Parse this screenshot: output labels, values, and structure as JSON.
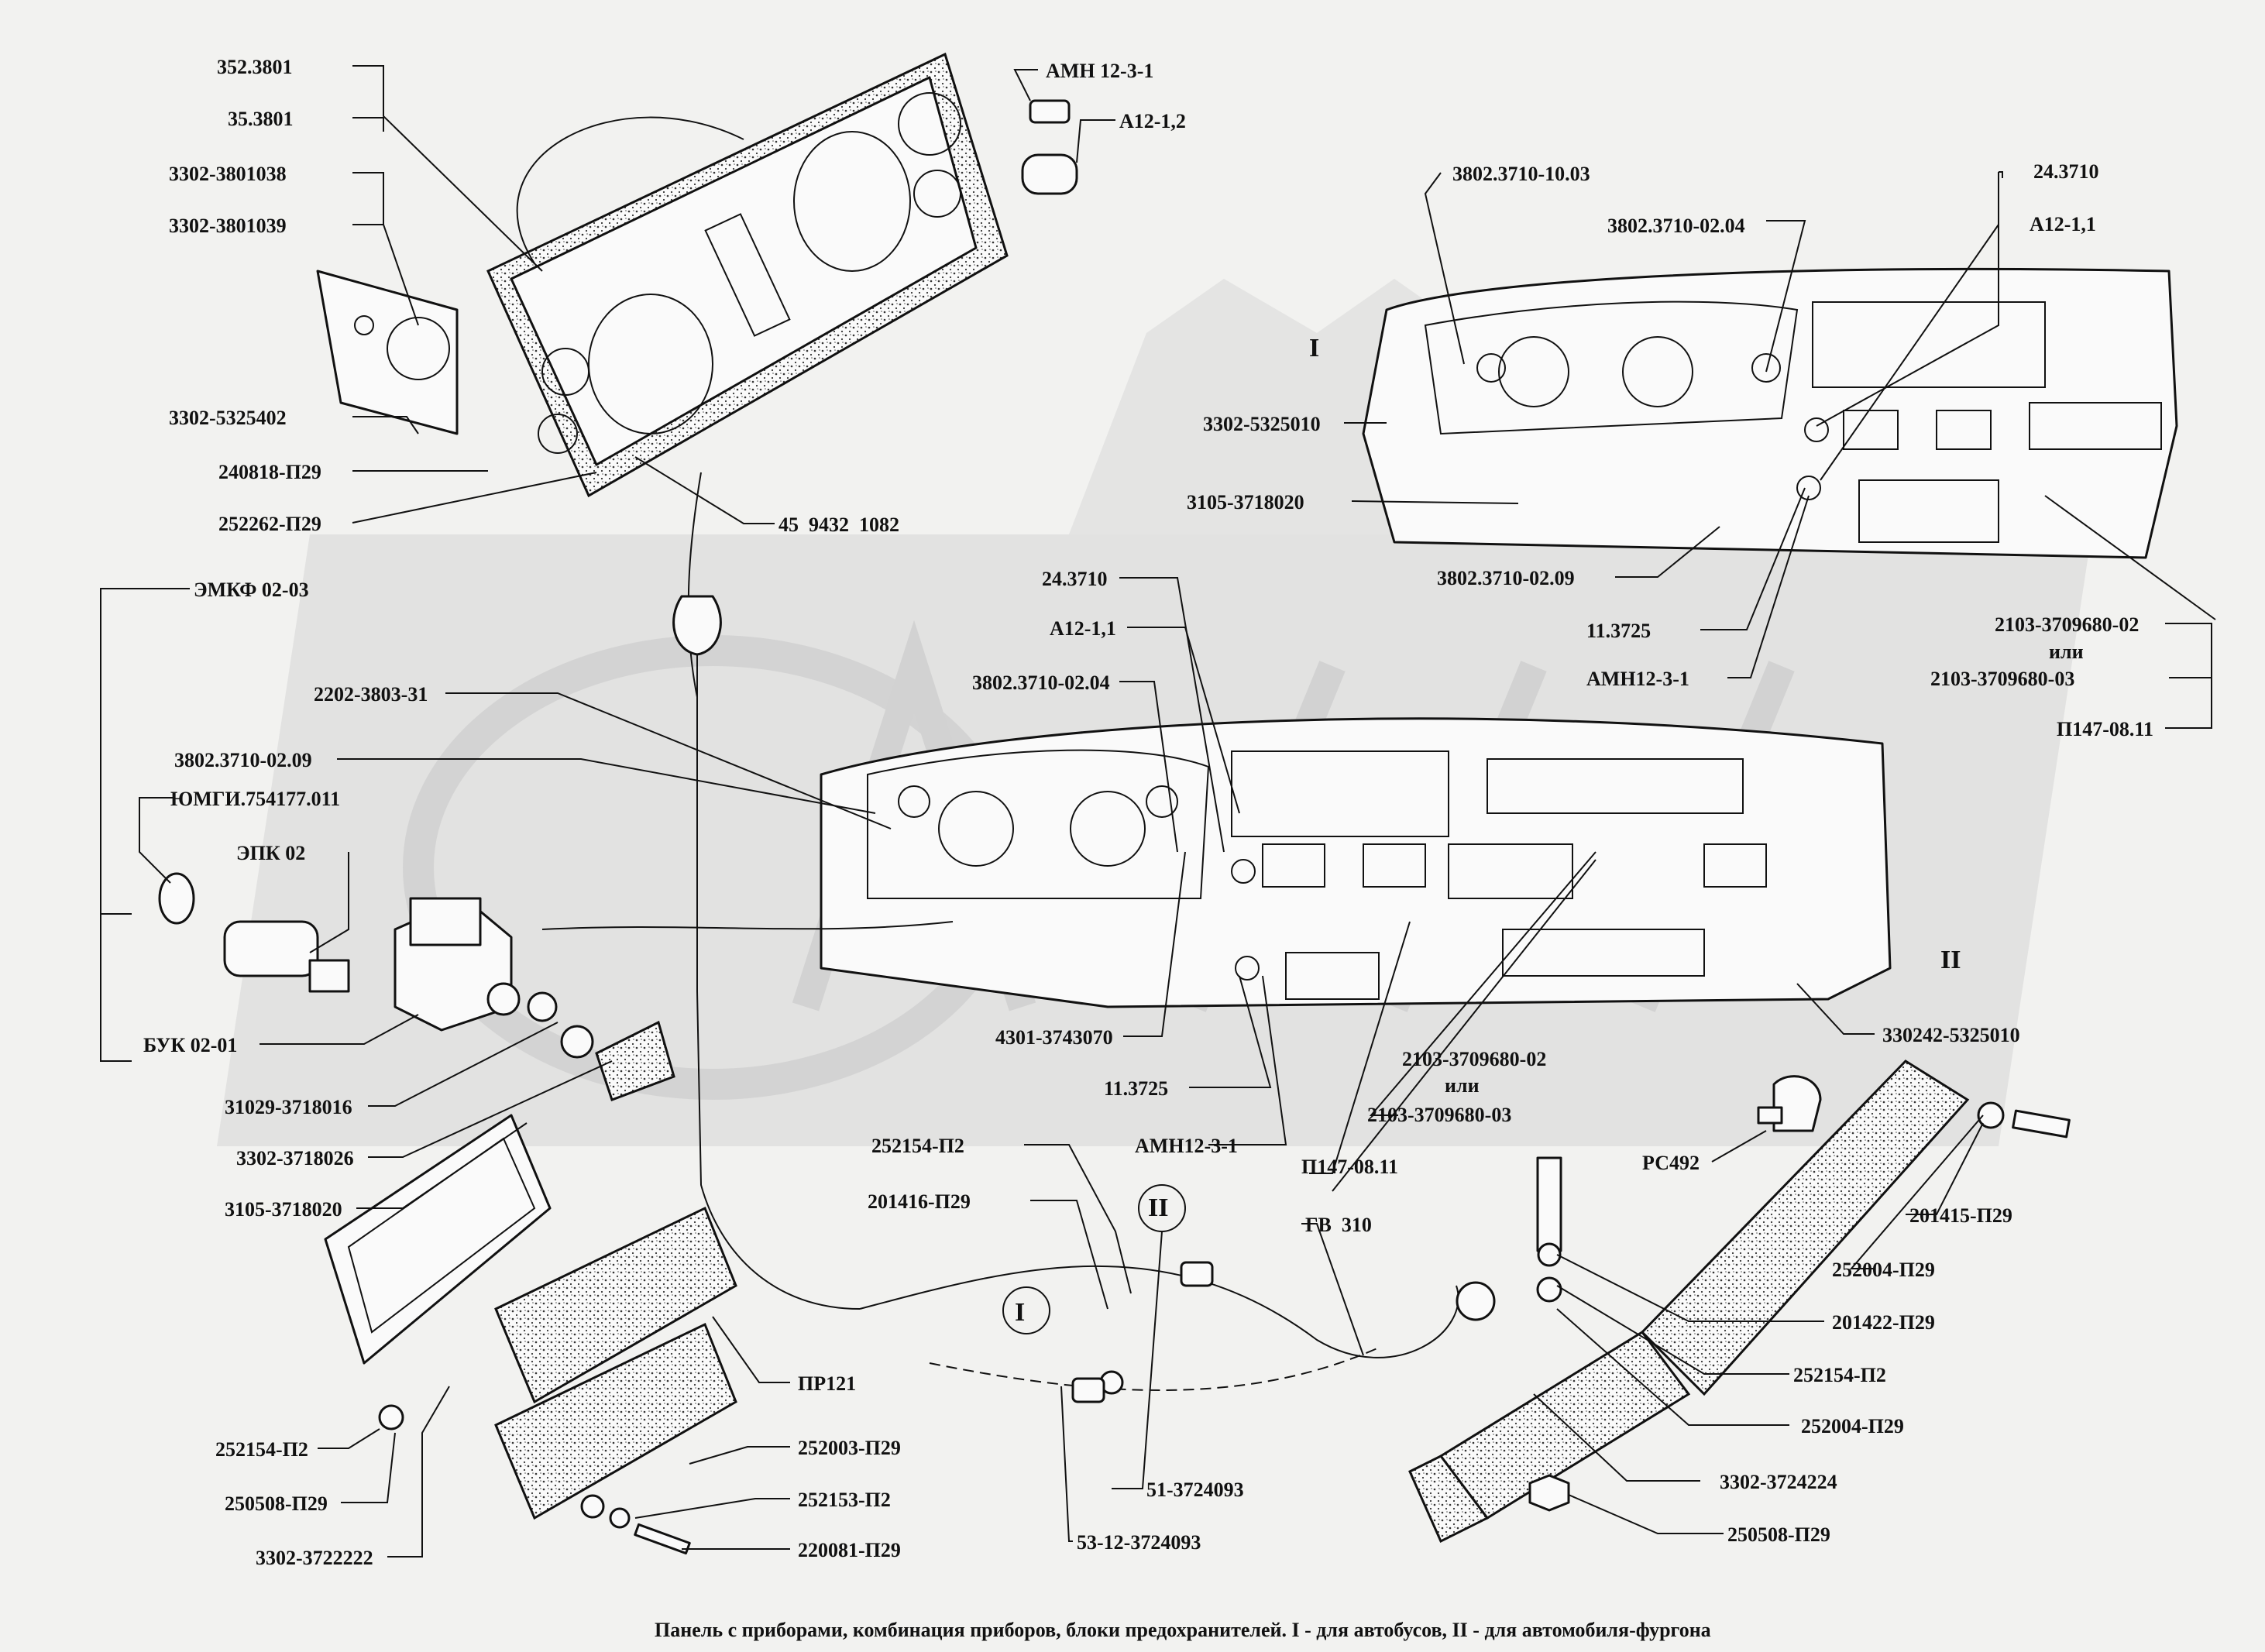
{
  "caption": "Панель с приборами, комбинация приборов, блоки предохранителей. I - для автобусов, II - для автомобиля-фургона",
  "variants": {
    "bus": "I",
    "van": "II"
  },
  "labels": {
    "l352_3801": "352.3801",
    "l35_3801": "35.3801",
    "l3302_3801038": "3302-3801038",
    "l3302_3801039": "3302-3801039",
    "l3302_5325402": "3302-5325402",
    "l240818_p29": "240818-П29",
    "l252262_p29": "252262-П29",
    "l45_9432": "45  9432  1082",
    "amh_12_3_1": "АМН 12-3-1",
    "a12_12": "А12-1,2",
    "emkf": "ЭМКФ 02-03",
    "l2202": "2202-3803-31",
    "l3802_0209_left": "3802.3710-02.09",
    "yumgi": "ЮМГИ.754177.011",
    "epk": "ЭПК 02",
    "buk": "БУК 02-01",
    "l31029": "31029-3718016",
    "l3302_3718026": "3302-3718026",
    "l3105_3718020_left": "3105-3718020",
    "l252154_p2_left": "252154-П2",
    "l250508_left": "250508-П29",
    "l3302_3722222": "3302-3722222",
    "pr121": "ПР121",
    "l252003": "252003-П29",
    "l252153": "252153-П2",
    "l220081": "220081-П29",
    "l3802_1003": "3802.3710-10.03",
    "l3802_0204_top": "3802.3710-02.04",
    "l24_3710_top": "24.3710",
    "a12_11_top": "А12-1,1",
    "l3302_5325010": "3302-5325010",
    "l3105_3718020_top": "3105-3718020",
    "l3802_0209_top": "3802.3710-02.09",
    "l11_3725_top": "11.3725",
    "amh_top": "АМН12-3-1",
    "l2103_02_top": "2103-3709680-02",
    "ili_top": "или",
    "l2103_03_top": "2103-3709680-03",
    "p147_top": "П147-08.11",
    "l24_3710_mid": "24.3710",
    "a12_11_mid": "А12-1,1",
    "l3802_0204_mid": "3802.3710-02.04",
    "l4301": "4301-3743070",
    "l11_3725_mid": "11.3725",
    "amh_mid": "АМН12-3-1",
    "l2103_02_mid": "2103-3709680-02",
    "ili_mid": "или",
    "l2103_03_mid": "2103-3709680-03",
    "p147_mid": "П147-08.11",
    "l330242": "330242-5325010",
    "rc492": "РС492",
    "l252154_p2_mid": "252154-П2",
    "l201416": "201416-П29",
    "gv310": "ГВ  310",
    "l201415": "201415-П29",
    "l252004_a": "252004-П29",
    "l201422": "201422-П29",
    "l252154_p2_right": "252154-П2",
    "l252004_b": "252004-П29",
    "l3302_3724224": "3302-3724224",
    "l250508_right": "250508-П29",
    "l51": "51-3724093",
    "l53": "53-12-3724093"
  }
}
